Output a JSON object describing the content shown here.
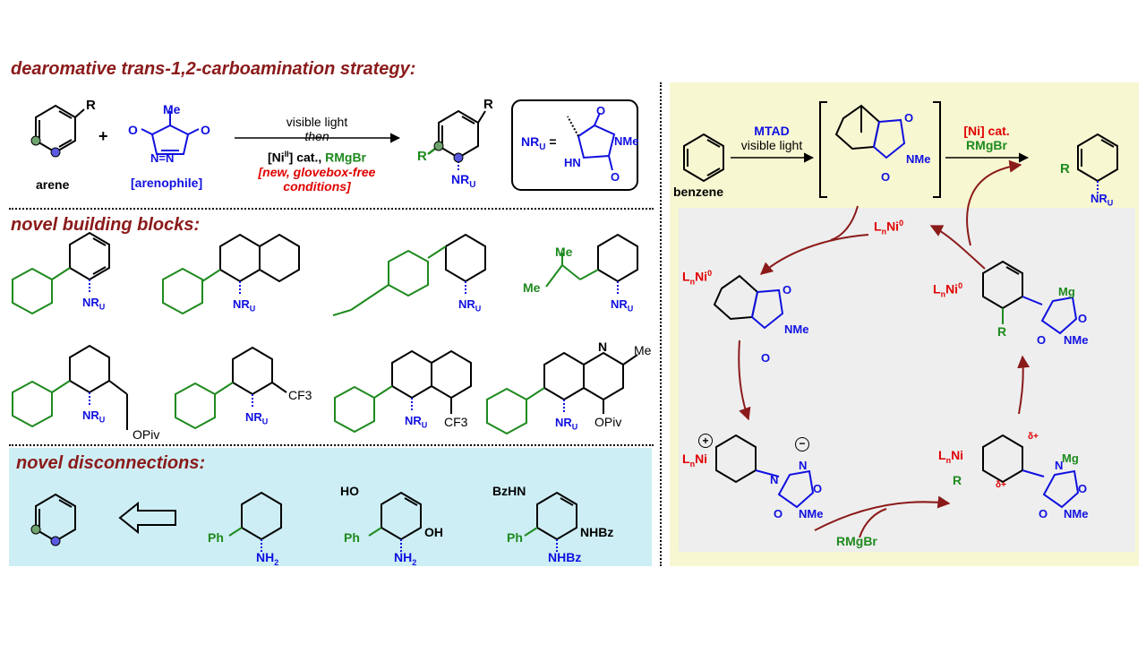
{
  "colors": {
    "heading": "#8b1a1a",
    "blue": "#1010e0",
    "green": "#1e8a1e",
    "red": "#e00000",
    "arrow_red": "#8b1a1a",
    "panel_yellow": "#f7f7d2",
    "panel_cyan": "#cdeef4"
  },
  "sections": {
    "strategy_heading": "dearomative trans-1,2-carboamination strategy:",
    "building_heading": "novel building blocks:",
    "disconnection_heading": "novel disconnections:"
  },
  "reaction": {
    "arene_label": "arene",
    "plus": "+",
    "arenophile_label": "[arenophile]",
    "arrow_line1": "visible light",
    "arrow_line2": "then",
    "arrow_line3_a": "[Ni",
    "arrow_line3_sup": "II",
    "arrow_line3_b": "] cat.,",
    "arrow_line3_c": "RMgBr",
    "arrow_line4": "[new, glovebox-free",
    "arrow_line5": "conditions]",
    "product_R": "R",
    "product_sub": "R",
    "nru_def": "NR",
    "nru_sub": "U",
    "nru_equals": "="
  },
  "mechanism": {
    "benzene_label": "benzene",
    "step1_a": "MTAD",
    "step1_b": "visible light",
    "step2_a": "[Ni] cat.",
    "step2_b": "RMgBr",
    "ni0_top": "L",
    "ni0_sub_n": "n",
    "ni0_text": "Ni",
    "ni0_sup": "0",
    "rmgbr": "RMgBr",
    "me": "Me",
    "mg": "Mg",
    "delta_plus": "δ+"
  },
  "building_blocks": {
    "substituents": [
      "OPiv",
      "CF3",
      "CF3",
      "OPiv",
      "Me",
      "N"
    ]
  },
  "disconnections": {
    "ph": "Ph",
    "nh2": "NH2",
    "ho": "HO",
    "oh": "OH",
    "bzhn": "BzHN",
    "nhbz": "NHBz"
  }
}
